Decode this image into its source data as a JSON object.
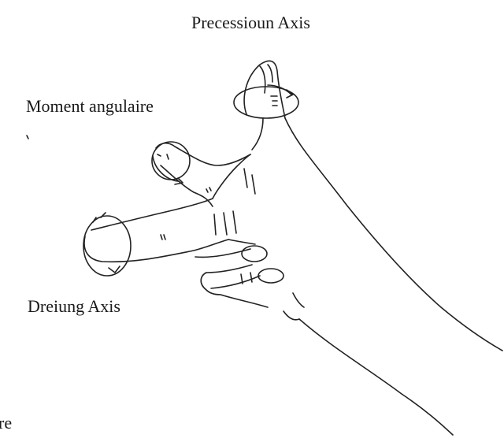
{
  "labels": {
    "precession_axis": "Precessioun Axis",
    "angular_momentum": "Moment angulaire",
    "rotation_axis": "Dreiung Axis",
    "stray_fragment": "re"
  },
  "drawing": {
    "subject": "right-hand-rule-hand-sketch",
    "stroke_color": "#222222",
    "background": "#ffffff"
  }
}
